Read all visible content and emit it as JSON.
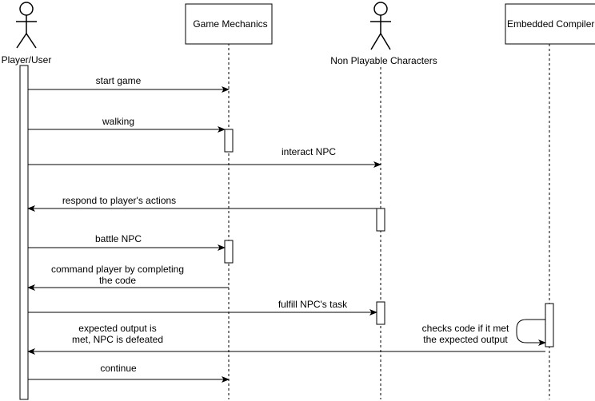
{
  "participants": {
    "player": {
      "label": "Player/User",
      "kind": "actor"
    },
    "game": {
      "label": "Game Mechanics",
      "kind": "box"
    },
    "npc": {
      "label": "Non Playable Characters",
      "kind": "actor"
    },
    "compiler": {
      "label": "Embedded Compiler",
      "kind": "box"
    }
  },
  "messages": [
    {
      "from": "player",
      "to": "game",
      "lines": [
        "start game"
      ]
    },
    {
      "from": "player",
      "to": "game",
      "lines": [
        "walking"
      ]
    },
    {
      "from": "player",
      "to": "npc",
      "lines": [
        "interact NPC"
      ]
    },
    {
      "from": "npc",
      "to": "player",
      "lines": [
        "respond to player's actions"
      ]
    },
    {
      "from": "player",
      "to": "game",
      "lines": [
        "battle NPC"
      ]
    },
    {
      "from": "game",
      "to": "player",
      "lines": [
        "command player by completing",
        "the code"
      ]
    },
    {
      "from": "player",
      "to": "npc",
      "lines": [
        "fulfill NPC's task"
      ]
    },
    {
      "from": "compiler",
      "to": "compiler",
      "lines": [
        "checks code if it met",
        "the expected output"
      ]
    },
    {
      "from": "compiler",
      "to": "player",
      "lines": [
        "expected output is",
        "met,  NPC is defeated"
      ]
    },
    {
      "from": "player",
      "to": "game",
      "lines": [
        "continue"
      ]
    }
  ]
}
